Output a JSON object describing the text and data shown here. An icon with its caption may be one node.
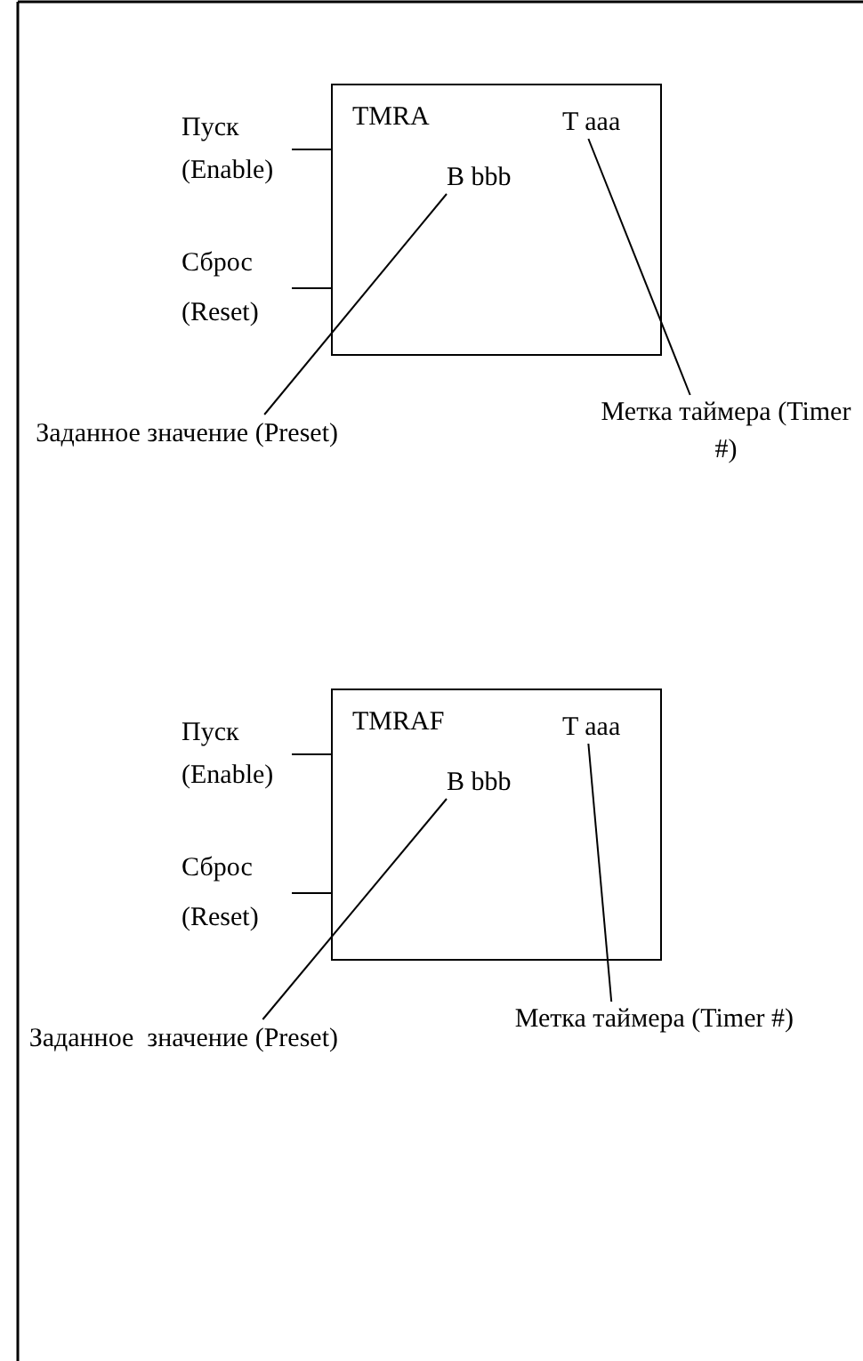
{
  "diagram": {
    "nodes": [
      {
        "text": [
          "TMRA"
        ]
      },
      {
        "text": [
          "T aaa"
        ],
        "in": 0
      },
      {
        "text": [
          "B bbb"
        ],
        "in": 0
      },
      {
        "text": [
          "Пуск (Enable)"
        ]
      },
      {
        "text": [
          "Сброс (Reset)"
        ]
      },
      {
        "text": [
          "Заданное значение (Preset)"
        ]
      },
      {
        "text": [
          "Метка таймера (Timer #)"
        ]
      },
      {
        "text": [
          "TMRAF"
        ]
      },
      {
        "text": [
          "T aaa"
        ],
        "in": 7
      },
      {
        "text": [
          "B bbb"
        ],
        "in": 7
      },
      {
        "text": [
          "Пуск (Enable)"
        ]
      },
      {
        "text": [
          "Сброс (Reset)"
        ]
      },
      {
        "text": [
          "Заданное  значение (Preset)"
        ]
      },
      {
        "text": [
          "Метка таймера (Timer #)"
        ]
      }
    ],
    "edges": [
      {
        "from": 3,
        "to": 0,
        "arrow": "none"
      },
      {
        "from": 4,
        "to": 0,
        "arrow": "none"
      },
      {
        "from": 5,
        "to": 2,
        "arrow": "none"
      },
      {
        "from": 6,
        "to": 1,
        "arrow": "none"
      },
      {
        "from": 10,
        "to": 7,
        "arrow": "none"
      },
      {
        "from": 11,
        "to": 7,
        "arrow": "none"
      },
      {
        "from": 12,
        "to": 9,
        "arrow": "none"
      },
      {
        "from": 13,
        "to": 8,
        "arrow": "none"
      }
    ]
  }
}
